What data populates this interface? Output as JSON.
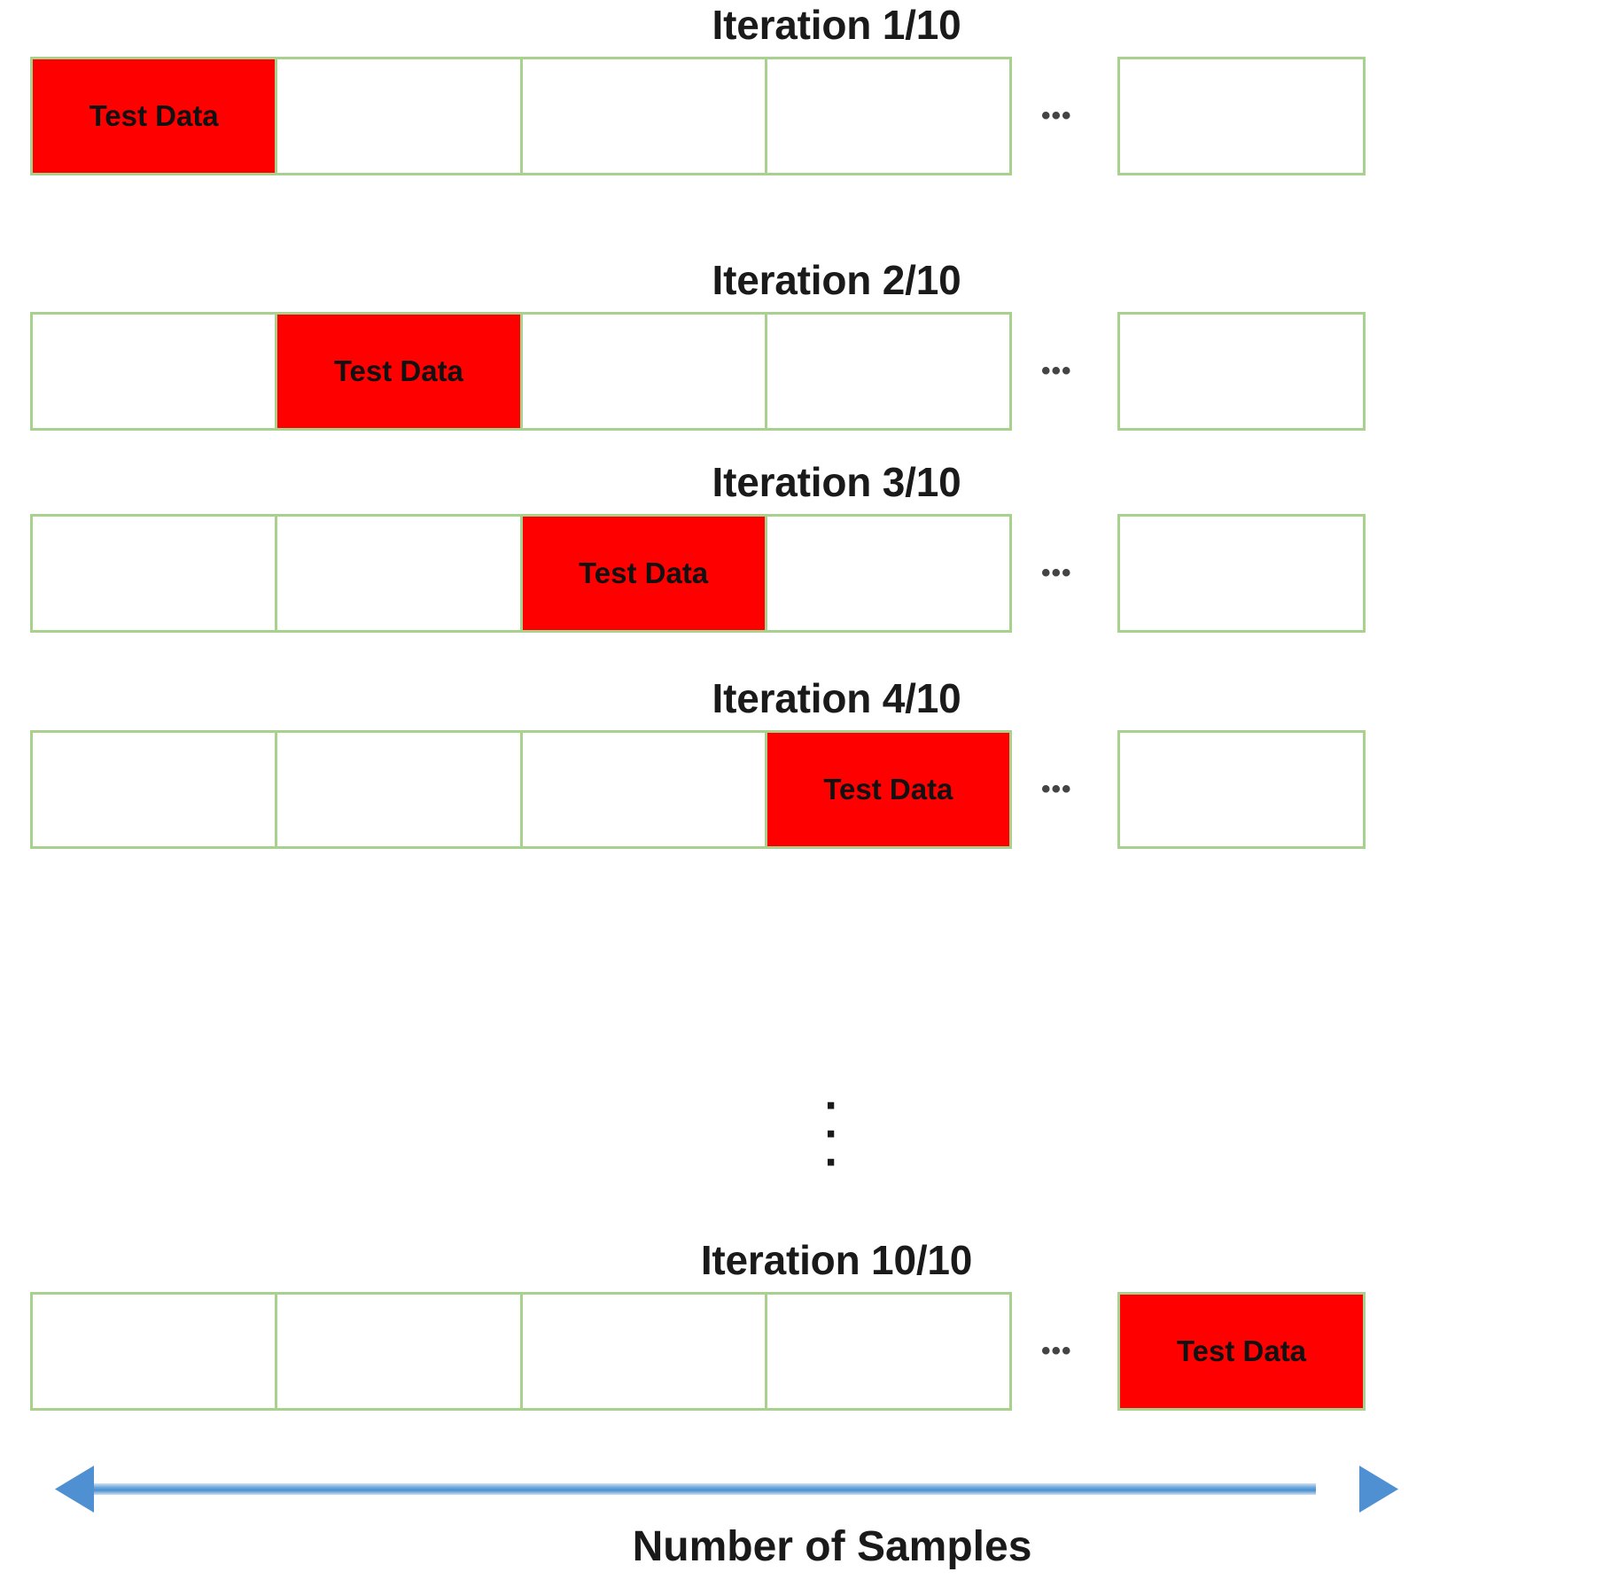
{
  "figure": {
    "type": "k-fold-cross-validation-diagram",
    "colors": {
      "cell_border": "#a9d18e",
      "test_fill": "#fe0000",
      "arrow": "#5b9bd5",
      "text": "#1a1a1a",
      "background": "#ffffff"
    },
    "test_label": "Test Data",
    "horizontal_ellipsis": "•••",
    "vertical_ellipsis_dots": [
      "·",
      "·",
      "·"
    ],
    "axis": {
      "label": "Number of Samples",
      "arrow_style": "double-headed"
    },
    "iterations": [
      {
        "title": "Iteration 1/10",
        "cells": [
          {
            "label": "Test Data",
            "is_test": true
          },
          {
            "label": "",
            "is_test": false
          },
          {
            "label": "",
            "is_test": false
          },
          {
            "label": "",
            "is_test": false
          }
        ],
        "last_cell": {
          "label": "",
          "is_test": false
        }
      },
      {
        "title": "Iteration 2/10",
        "cells": [
          {
            "label": "",
            "is_test": false
          },
          {
            "label": "Test Data",
            "is_test": true
          },
          {
            "label": "",
            "is_test": false
          },
          {
            "label": "",
            "is_test": false
          }
        ],
        "last_cell": {
          "label": "",
          "is_test": false
        }
      },
      {
        "title": "Iteration 3/10",
        "cells": [
          {
            "label": "",
            "is_test": false
          },
          {
            "label": "",
            "is_test": false
          },
          {
            "label": "Test Data",
            "is_test": true
          },
          {
            "label": "",
            "is_test": false
          }
        ],
        "last_cell": {
          "label": "",
          "is_test": false
        }
      },
      {
        "title": "Iteration 4/10",
        "cells": [
          {
            "label": "",
            "is_test": false
          },
          {
            "label": "",
            "is_test": false
          },
          {
            "label": "",
            "is_test": false
          },
          {
            "label": "Test Data",
            "is_test": true
          }
        ],
        "last_cell": {
          "label": "",
          "is_test": false
        }
      },
      {
        "title": "Iteration 10/10",
        "cells": [
          {
            "label": "",
            "is_test": false
          },
          {
            "label": "",
            "is_test": false
          },
          {
            "label": "",
            "is_test": false
          },
          {
            "label": "",
            "is_test": false
          }
        ],
        "last_cell": {
          "label": "Test Data",
          "is_test": true
        }
      }
    ]
  }
}
